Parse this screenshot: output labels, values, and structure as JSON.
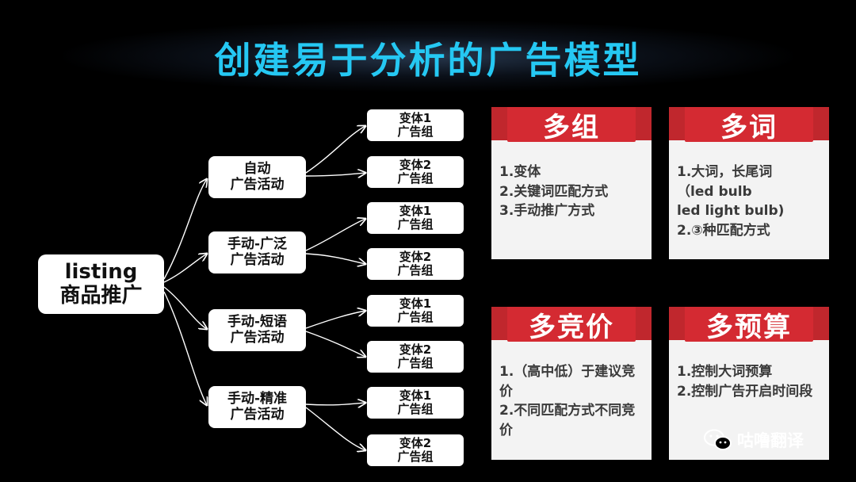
{
  "title": "创建易于分析的广告模型",
  "root": {
    "line1": "listing",
    "line2": "商品推广"
  },
  "campaigns": [
    {
      "line1": "自动",
      "line2": "广告活动"
    },
    {
      "line1": "手动-广泛",
      "line2": "广告活动"
    },
    {
      "line1": "手动-短语",
      "line2": "广告活动"
    },
    {
      "line1": "手动-精准",
      "line2": "广告活动"
    }
  ],
  "groups": [
    {
      "line1": "变体1",
      "line2": "广告组"
    },
    {
      "line1": "变体2",
      "line2": "广告组"
    },
    {
      "line1": "变体1",
      "line2": "广告组"
    },
    {
      "line1": "变体2",
      "line2": "广告组"
    },
    {
      "line1": "变体1",
      "line2": "广告组"
    },
    {
      "line1": "变体2",
      "line2": "广告组"
    },
    {
      "line1": "变体1",
      "line2": "广告组"
    },
    {
      "line1": "变体2",
      "line2": "广告组"
    }
  ],
  "cards": [
    {
      "heading": "多组",
      "text": "1.变体\n2.关键词匹配方式\n3.手动推广方式"
    },
    {
      "heading": "多词",
      "text": "1.大词，长尾词\n（led bulb\nled light bulb)\n2.③种匹配方式"
    },
    {
      "heading": "多竞价",
      "text": "1.（高中低）于建议竞价\n2.不同匹配方式不同竞价"
    },
    {
      "heading": "多预算",
      "text": "1.控制大词预算\n2.控制广告开启时间段"
    }
  ],
  "watermark": {
    "text": "咕噜翻译",
    "icon": "wechat-icon"
  },
  "colors": {
    "title": "#25c8f3",
    "banner": "#d42a32",
    "card_bg": "#f3f3f3"
  }
}
